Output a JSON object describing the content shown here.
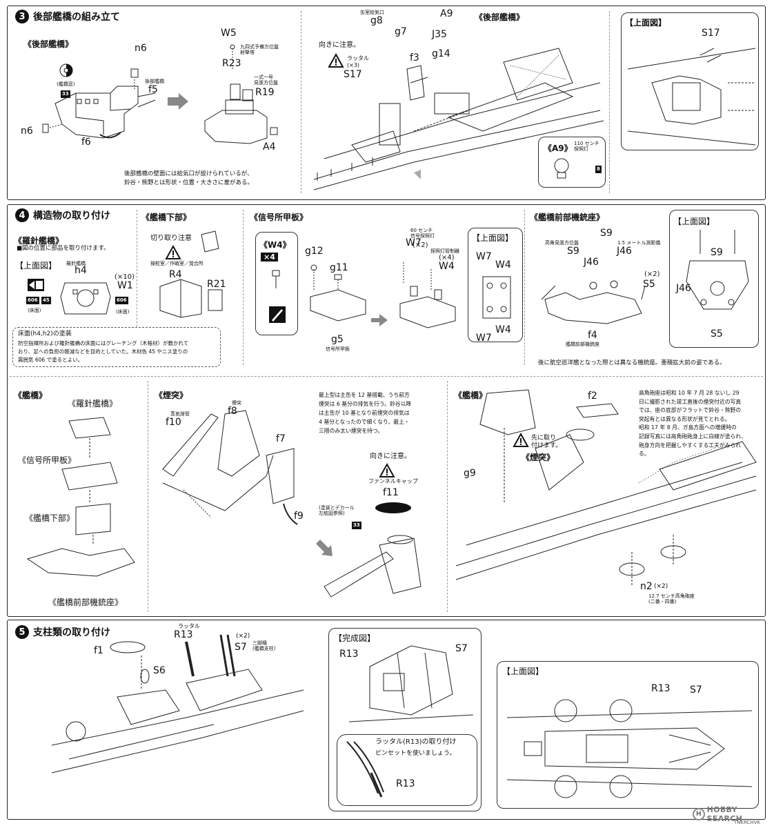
{
  "step3": {
    "num": "3",
    "title": "後部艦橋の組み立て",
    "sub_aft_bridge": "《後部艦橋》",
    "lbl_n6_top": "n6",
    "lbl_n6_left": "n6",
    "lbl_f5_small": "後部艦橋",
    "lbl_f5": "f5",
    "lbl_f6": "f6",
    "lbl_bridge_window": "(艦橋窓)",
    "badge_33": "33",
    "lbl_w5": "W5",
    "lbl_r23_small": "九四式予備方位盤\n射撃塔",
    "lbl_r23": "R23",
    "lbl_r19_small": "一式一号\n見張方位盤",
    "lbl_r19": "R19",
    "lbl_a4": "A4",
    "note_walls": "後部艦橋の壁面には給気口が設けられているが、\n鈴谷・熊野とは形状・位置・大きさに差がある。",
    "lbl_g8_small": "缶室給気口",
    "lbl_g8": "g8",
    "lbl_g7": "g7",
    "lbl_a9": "A9",
    "lbl_aft_bridge2": "《後部艦橋》",
    "lbl_j35": "J35",
    "lbl_g14": "g14",
    "lbl_f3": "f3",
    "lbl_orient": "向きに注意。",
    "lbl_s17_small": "ラッタル\n(×3)",
    "lbl_s17": "S17",
    "inset_a9_title": "《A9》",
    "inset_a9_small": "110 センチ\n探照灯",
    "badge_8": "8",
    "top_view_title": "【上面図】",
    "top_view_s17": "S17"
  },
  "step4": {
    "num": "4",
    "title": "構造物の取り付け",
    "sub_compass": "《羅針艦橋》",
    "note_compass": "■図の位置に部品を取り付けます。",
    "top_view_title": "【上面図】",
    "lbl_h4_small": "羅針艦橋",
    "lbl_h4": "h4",
    "lbl_x10": "(×10)",
    "lbl_w1": "W1",
    "badge_606a": "606",
    "badge_45": "45",
    "badge_606b": "606",
    "lbl_floor1": "(床面)",
    "lbl_floor2": "(床面)",
    "paint_title": "床面(h4,h2)の塗装",
    "paint_note": "防空指揮所および羅針艦橋の床面にはグレーチング（木格材）が敷かれて\nおり、足への負担の軽減などを目的としていた。木材色 45 やニス塗りの\n霧囲気 606 で塗るとよい。",
    "sub_lower_bridge": "《艦橋下部》",
    "cut_note": "切り取り注意",
    "lbl_r4_small": "操舵室／作戦室／覚合所",
    "lbl_r4": "R4",
    "lbl_r21": "R21",
    "sub_signal": "《信号所甲板》",
    "w4_title": "《W4》",
    "w4_x4": "×4",
    "lbl_g12": "g12",
    "lbl_g11": "g11",
    "lbl_g5": "g5",
    "lbl_g5_small": "信号所甲板",
    "lbl_w7_small": "60 センチ\n信号探照灯",
    "lbl_w7_x2": "(×2)",
    "lbl_w7": "W7",
    "lbl_w4_small": "探照灯管制器",
    "lbl_w4_x4": "(×4)",
    "lbl_w4": "W4",
    "signal_top_title": "【上面図】",
    "signal_top_w7a": "W7",
    "signal_top_w4a": "W4",
    "signal_top_w4b": "W4",
    "signal_top_w7b": "W7",
    "sub_front_gun": "《艦橋前部機銃座》",
    "lbl_s9a_small": "高角見張方位盤",
    "lbl_s9a": "S9",
    "lbl_s9b": "S9",
    "lbl_j46a": "J46",
    "lbl_j46b_small": "1.5 メートル測距儀",
    "lbl_j46b": "J46",
    "lbl_s5_x2": "(×2)",
    "lbl_s5": "S5",
    "lbl_f4": "f4",
    "lbl_f4_small": "艦橋前部機銃座",
    "gun_note": "後に航空巡洋艦となった際とは異なる機銃座。亜積拡大前の姿である。",
    "gun_top_title": "【上面図】",
    "gun_top_s9": "S9",
    "gun_top_j46": "J46",
    "gun_top_s5": "S5",
    "sub_bridge": "《艦橋》",
    "stack_compass": "《羅針艦橋》",
    "stack_signal": "《信号所甲板》",
    "stack_lower": "《艦橋下部》",
    "stack_gun": "《艦橋前部機銃座》",
    "sub_funnel": "《煙突》",
    "lbl_f10_small": "蒸気捨管",
    "lbl_f10": "f10",
    "lbl_f8_small": "煙突",
    "lbl_f8": "f8",
    "lbl_f7": "f7",
    "lbl_f9": "f9",
    "funnel_note": "最上型は主缶を 12 基搭載、うち前方\n煙突は 6 基分の排気を行う。鈴谷以降\nは主缶が 10 基となり前煙突の排気は\n4 基分となったので細くなり、最上・\n三隈のみ太い煙突を持つ。",
    "lbl_orient": "向きに注意。",
    "lbl_f11_small": "ファンネルキャップ",
    "lbl_f11": "f11",
    "lbl_f11_paint": "(塗装とデカール\n左舷図参照)",
    "badge_33": "33",
    "sub_bridge2": "《艦橋》",
    "lbl_f2": "f2",
    "lbl_first": "先に取り\n付けます。",
    "lbl_funnel2": "《煙突》",
    "lbl_g9": "g9",
    "lbl_n2": "n2",
    "lbl_n2_x2": "(×2)",
    "lbl_n2_small": "12.7 センチ高角砲座\n(二番・四番)",
    "aa_note": "高角砲座は昭和 10 年 7 月 28 ないし 29\n日に撮影された竣工直後の煙突付近の写真\nでは、座の底部がフラットで鈴谷・熊野の\n突起有とは異なる形状が見てとれる。\n昭和 17 年 8 月、ガ島方面への増援時の\n記録写真には高角砲砲身上に白線が塗られ、\n砲身方向を把握しやすくする工夫がみられ\nる。"
  },
  "step5": {
    "num": "5",
    "title": "支柱類の取り付け",
    "lbl_r13_small": "ラッタル",
    "lbl_r13": "R13",
    "lbl_s7_x2": "(×2)",
    "lbl_s7_small": "三脚檣\n(艦橋支柱)",
    "lbl_s7": "S7",
    "lbl_f1": "f1",
    "lbl_s6": "S6",
    "complete_title": "【完成図】",
    "complete_r13": "R13",
    "complete_s7": "S7",
    "ladder_note_title": "ラッタル(R13)の取り付け",
    "ladder_note": "ピンセットを使いましょう。",
    "ladder_r13": "R13",
    "top_view_title": "【上面図】",
    "top_r13": "R13",
    "top_s7": "S7"
  },
  "watermark": "HOBBY SEARCH",
  "watermark_mark": "H",
  "corner_code": "TNKRCHVK"
}
